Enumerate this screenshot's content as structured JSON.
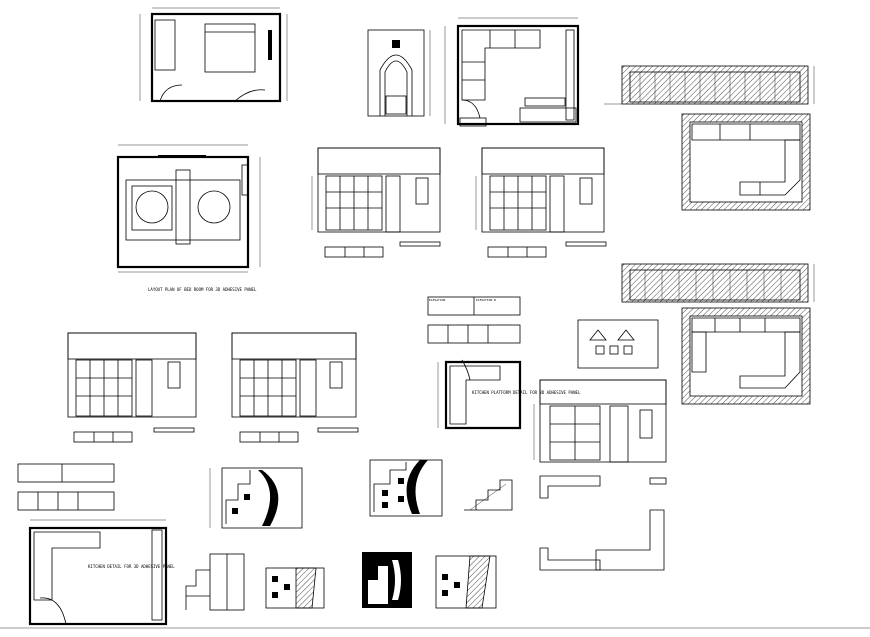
{
  "sheet": {
    "title": "CAD drawing sheet",
    "views": [
      {
        "id": "bed-plan",
        "label": "LAYOUT PLAN OF BED ROOM FOR 3D ADHESIVE PANEL"
      },
      {
        "id": "kitchen-platform-plan",
        "label": "KITCHEN PLATFORM DETAIL FOR 3D ADHESIVE PANEL"
      },
      {
        "id": "kitchen-detail-plan",
        "label": "KITCHEN DETAIL FOR 3D ADHESIVE PANEL"
      }
    ],
    "tags": {
      "tag_a": "ELEVATION",
      "tag_b": "ELEVATION B"
    }
  }
}
